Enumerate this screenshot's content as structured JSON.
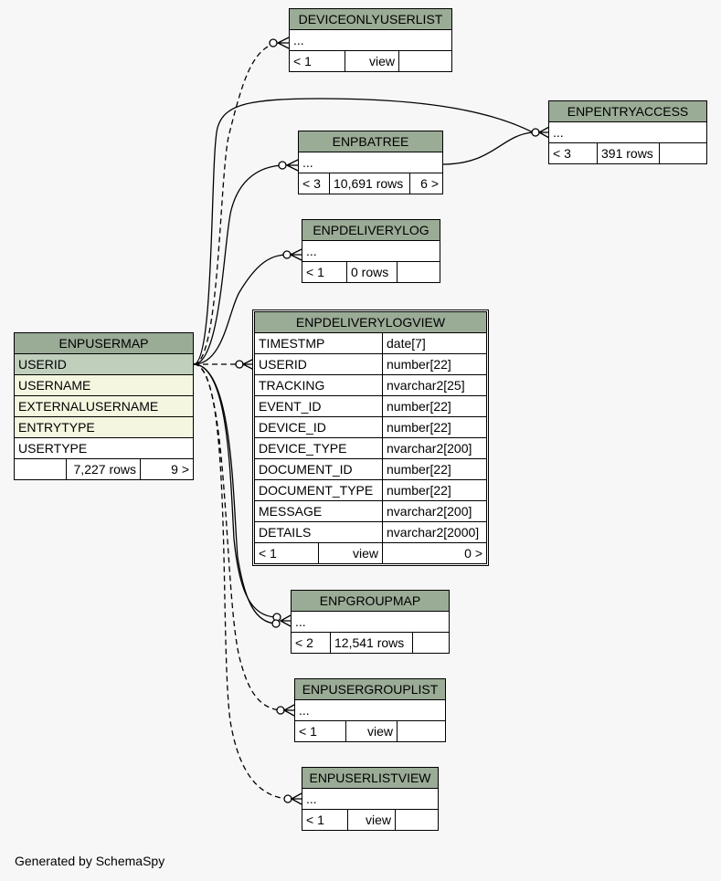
{
  "footer_text": "Generated by SchemaSpy",
  "ellipsis": "...",
  "main_table": {
    "name": "ENPUSERMAP",
    "columns": [
      "USERID",
      "USERNAME",
      "EXTERNALUSERNAME",
      "ENTRYTYPE",
      "USERTYPE"
    ],
    "rows": "7,227 rows",
    "children": "9 >"
  },
  "focus_table": {
    "name": "ENPDELIVERYLOGVIEW",
    "columns": [
      {
        "name": "TIMESTMP",
        "type": "date[7]"
      },
      {
        "name": "USERID",
        "type": "number[22]"
      },
      {
        "name": "TRACKING",
        "type": "nvarchar2[25]"
      },
      {
        "name": "EVENT_ID",
        "type": "number[22]"
      },
      {
        "name": "DEVICE_ID",
        "type": "number[22]"
      },
      {
        "name": "DEVICE_TYPE",
        "type": "nvarchar2[200]"
      },
      {
        "name": "DOCUMENT_ID",
        "type": "number[22]"
      },
      {
        "name": "DOCUMENT_TYPE",
        "type": "number[22]"
      },
      {
        "name": "MESSAGE",
        "type": "nvarchar2[200]"
      },
      {
        "name": "DETAILS",
        "type": "nvarchar2[2000]"
      }
    ],
    "parents": "< 1",
    "rows": "view",
    "children": "0 >"
  },
  "tables": [
    {
      "name": "DEVICEONLYUSERLIST",
      "parents": "< 1",
      "rows": "view",
      "children": ""
    },
    {
      "name": "ENPENTRYACCESS",
      "parents": "< 3",
      "rows": "391 rows",
      "children": ""
    },
    {
      "name": "ENPBATREE",
      "parents": "< 3",
      "rows": "10,691 rows",
      "children": "6 >"
    },
    {
      "name": "ENPDELIVERYLOG",
      "parents": "< 1",
      "rows": "0 rows",
      "children": ""
    },
    {
      "name": "ENPGROUPMAP",
      "parents": "< 2",
      "rows": "12,541 rows",
      "children": ""
    },
    {
      "name": "ENPUSERGROUPLIST",
      "parents": "< 1",
      "rows": "view",
      "children": ""
    },
    {
      "name": "ENPUSERLISTVIEW",
      "parents": "< 1",
      "rows": "view",
      "children": ""
    }
  ]
}
